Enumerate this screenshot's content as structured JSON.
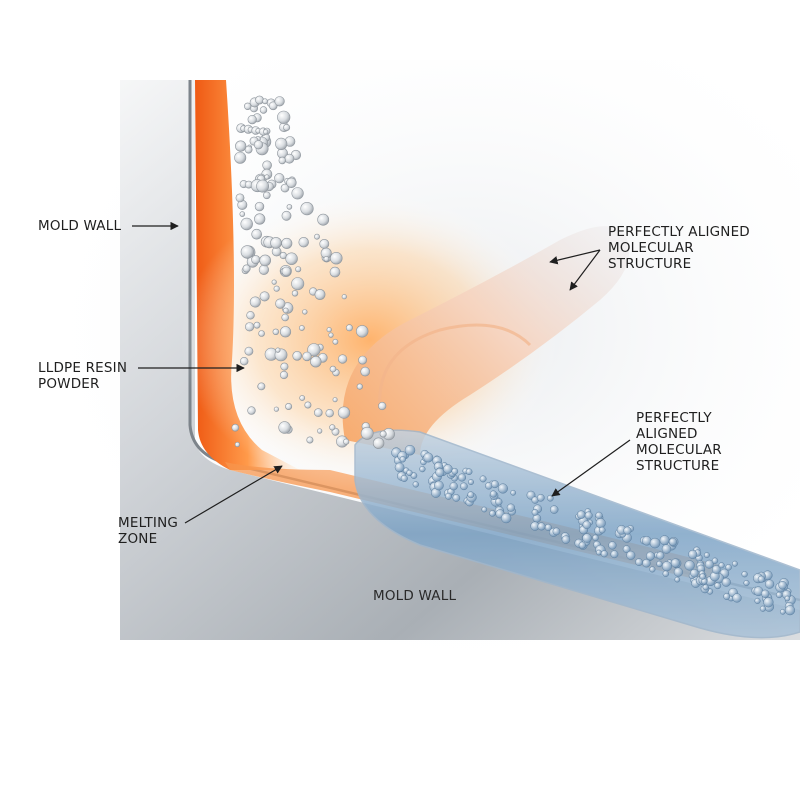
{
  "labels": {
    "mold_wall_side": "MOLD WALL",
    "resin_powder": "LLDPE RESIN\nPOWDER",
    "melting_zone": "MELTING\nZONE",
    "mold_wall_bottom": "MOLD WALL",
    "aligned_structure_top": "PERFECTLY ALIGNED\nMOLECULAR\nSTRUCTURE",
    "aligned_structure_right": "PERFECTLY\nALIGNED\nMOLECULAR\nSTRUCTURE"
  },
  "colors": {
    "background": "#ffffff",
    "mold_metal": "#b9bec4",
    "melt_orange": "#f47a2a",
    "melt_glow": "#ffc07a",
    "aligned_blue": "#7ea4c6",
    "text": "#1f1f1f"
  }
}
